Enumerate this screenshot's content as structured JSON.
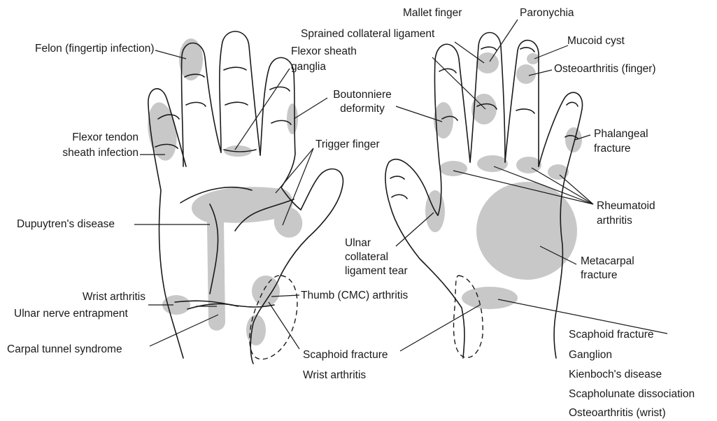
{
  "diagram": {
    "colors": {
      "outline": "#1a1a1a",
      "region": "#c8c8c8",
      "leader": "#1a1a1a",
      "background": "#ffffff"
    },
    "palm_labels": {
      "felon": "Felon (fingertip infection)",
      "flexor_tendon_sheath_infection_1": "Flexor tendon",
      "flexor_tendon_sheath_infection_2": "sheath infection",
      "flexor_sheath_ganglia_1": "Flexor sheath",
      "flexor_sheath_ganglia_2": "ganglia",
      "boutonniere_1": "Boutonniere",
      "boutonniere_2": "deformity",
      "trigger_finger": "Trigger finger",
      "dupuytren": "Dupuytren's disease",
      "wrist_arthritis": "Wrist arthritis",
      "ulnar_nerve": "Ulnar nerve entrapment",
      "carpal_tunnel": "Carpal tunnel syndrome",
      "thumb_cmc": "Thumb (CMC) arthritis",
      "scaphoid_fracture": "Scaphoid fracture",
      "wrist_arthritis_2": "Wrist arthritis"
    },
    "back_labels": {
      "mallet_finger": "Mallet finger",
      "paronychia": "Paronychia",
      "sprained_ligament": "Sprained collateral ligament",
      "mucoid_cyst": "Mucoid cyst",
      "osteoarthritis_finger": "Osteoarthritis (finger)",
      "phalangeal_1": "Phalangeal",
      "phalangeal_2": "fracture",
      "rheumatoid_1": "Rheumatoid",
      "rheumatoid_2": "arthritis",
      "ulnar_collateral_1": "Ulnar",
      "ulnar_collateral_2": "collateral",
      "ulnar_collateral_3": "ligament tear",
      "metacarpal_1": "Metacarpal",
      "metacarpal_2": "fracture",
      "scaphoid_fracture": "Scaphoid fracture",
      "ganglion": "Ganglion",
      "kienboch": "Kienboch's disease",
      "scapholunate": "Scapholunate dissociation",
      "osteoarthritis_wrist": "Osteoarthritis (wrist)"
    }
  }
}
